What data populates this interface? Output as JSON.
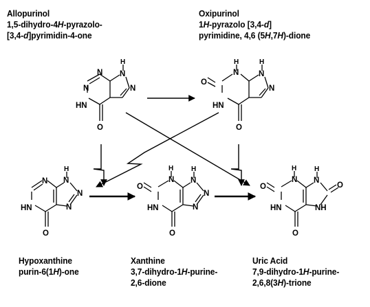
{
  "compounds": {
    "allopurinol": {
      "name": "Allopurinol",
      "iupac_1_pre": "1,5-dihydro-4",
      "iupac_1_it": "H",
      "iupac_1_post": "-pyrazolo-",
      "iupac_2_pre": "[3,4-",
      "iupac_2_it": "d",
      "iupac_2_post": "]pyrimidin-4-one"
    },
    "oxipurinol": {
      "name": "Oxipurinol",
      "iupac_1_pre": "1",
      "iupac_1_it": "H",
      "iupac_1_post": "-pyrazolo [3,4-",
      "iupac_1_it2": "d",
      "iupac_1_post2": "]",
      "iupac_2_pre": "pyrimidine, 4,6 (5",
      "iupac_2_it": "H",
      "iupac_2_mid": ",7",
      "iupac_2_it2": "H",
      "iupac_2_post": ")-dione"
    },
    "hypoxanthine": {
      "name": "Hypoxanthine",
      "iupac_1_pre": "purin-6(1",
      "iupac_1_it": "H",
      "iupac_1_post": ")-one"
    },
    "xanthine": {
      "name": "Xanthine",
      "iupac_1_pre": "3,7-dihydro-1",
      "iupac_1_it": "H",
      "iupac_1_post": "-purine-",
      "iupac_2": "2,6-dione"
    },
    "uric_acid": {
      "name": "Uric Acid",
      "iupac_1_pre": "7,9-dihydro-1",
      "iupac_1_it": "H",
      "iupac_1_post": "-purine-",
      "iupac_2_pre": "2,6,8(3",
      "iupac_2_it": "H",
      "iupac_2_post": ")-trione"
    }
  },
  "atoms": {
    "N": "N",
    "H": "H",
    "O": "O",
    "NH": "NH",
    "HN": "HN"
  }
}
